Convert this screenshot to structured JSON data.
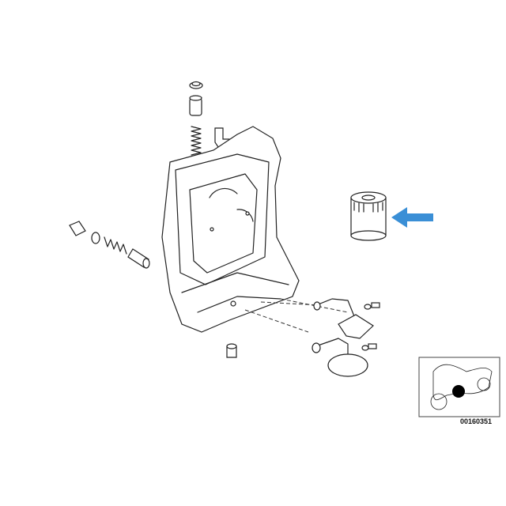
{
  "diagram": {
    "number": "00160351",
    "highlight_color": "#3a8fd6",
    "arrow_target": "oil-filter",
    "parts": [
      "bolt-with-washer",
      "spring",
      "valve-plunger",
      "elbow-fitting",
      "gearbox-housing",
      "oil-filter",
      "screw-plug",
      "sealing-ring",
      "pressure-spring",
      "piston",
      "oil-pickup-tube-upper",
      "oil-strainer-upper",
      "oil-pickup-tube-lower",
      "oil-strainer-lower",
      "drain-plug"
    ]
  }
}
